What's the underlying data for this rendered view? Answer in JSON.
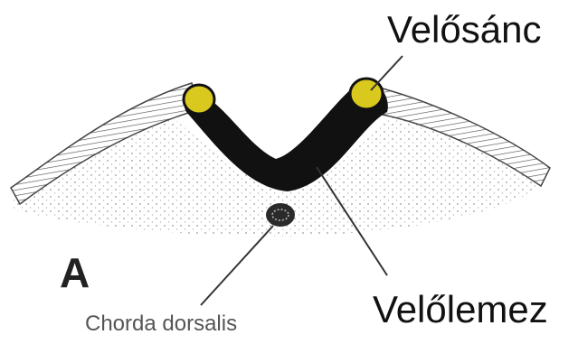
{
  "labels": {
    "neural_fold": "Velősánc",
    "neural_plate": "Velőlemez",
    "notochord": "Chorda dorsalis",
    "panel": "A"
  },
  "colors": {
    "neural_plate": "#111111",
    "neural_fold": "#d9c81e",
    "ectoderm_stripe": "#555555",
    "mesenchyme_dots": "#9a9a9a",
    "leader_line": "#333333"
  }
}
